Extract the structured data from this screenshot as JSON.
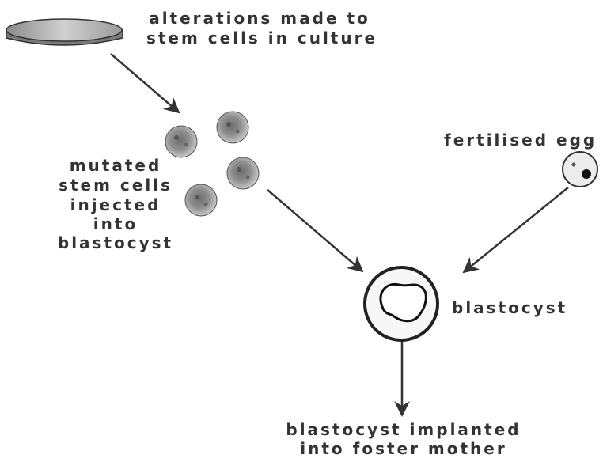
{
  "labels": {
    "culture_line1": "alterations made to",
    "culture_line2": "stem cells in culture",
    "mutated_line1": "mutated",
    "mutated_line2": "stem cells",
    "mutated_line3": "injected",
    "mutated_line4": "into",
    "mutated_line5": "blastocyst",
    "egg": "fertilised egg",
    "blastocyst": "blastocyst",
    "implant_line1": "blastocyst implanted",
    "implant_line2": "into foster mother"
  },
  "colors": {
    "ink": "#333333",
    "cell_fill": "#9a9a9a",
    "dish_fill": "#bdbdbd"
  }
}
